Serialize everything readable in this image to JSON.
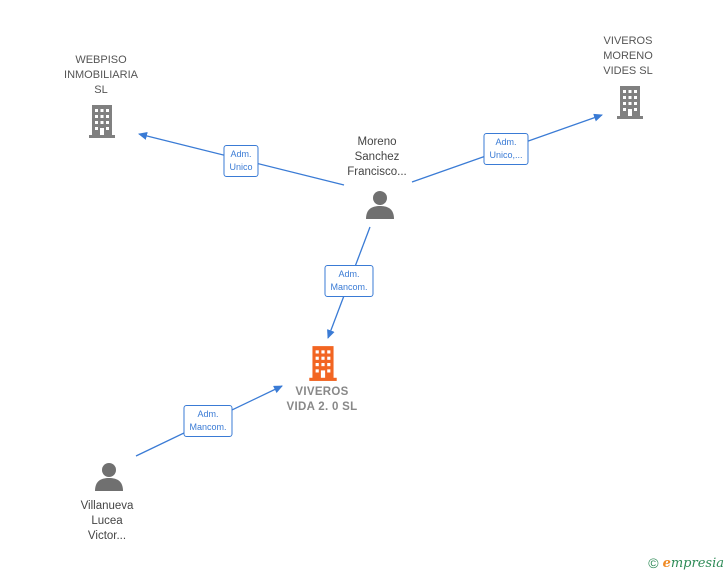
{
  "nodes": {
    "webpiso": {
      "label_lines": [
        "WEBPISO",
        "INMOBILIARIA",
        "SL"
      ]
    },
    "viveros_moreno": {
      "label_lines": [
        "VIVEROS",
        "MORENO",
        "VIDES  SL"
      ]
    },
    "moreno": {
      "label_lines": [
        "Moreno",
        "Sanchez",
        "Francisco..."
      ]
    },
    "viveros_vida": {
      "label_lines": [
        "VIVEROS",
        "VIDA 2. 0  SL"
      ]
    },
    "villanueva": {
      "label_lines": [
        "Villanueva",
        "Lucea",
        "Victor..."
      ]
    }
  },
  "edges": {
    "to_webpiso": {
      "label_lines": [
        "Adm.",
        "Unico"
      ]
    },
    "to_viveros_moreno": {
      "label_lines": [
        "Adm.",
        "Unico,..."
      ]
    },
    "moreno_to_vida": {
      "label_lines": [
        "Adm.",
        "Mancom."
      ]
    },
    "villanueva_to_vida": {
      "label_lines": [
        "Adm.",
        "Mancom."
      ]
    }
  },
  "colors": {
    "edge": "#3a7bd5",
    "company_icon": "#808080",
    "main_company_icon": "#f26522",
    "person_icon": "#707070",
    "brand_green": "#2e8b57",
    "brand_orange": "#f08a24"
  },
  "footer": {
    "copyright_symbol": "©",
    "brand_initial": "e",
    "brand_rest": "mpresia"
  }
}
